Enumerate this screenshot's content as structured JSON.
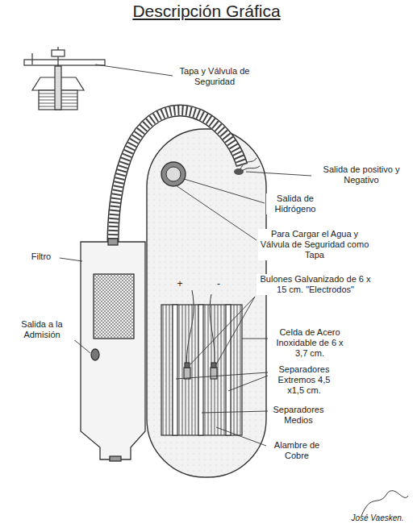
{
  "diagram": {
    "title": "Descripción Gráfica",
    "labels": [
      "Tapa y Válvula de Seguridad",
      "Salida de positivo y Negativo",
      "Salida de Hidrógeno",
      "Para Cargar el Agua y Válvula de Seguridad como Tapa",
      "Filtro",
      "Salida a la Admisión",
      "Bulones Galvanizado de 6 x 15 cm. \"Electrodos\"",
      "+",
      "-",
      "Celda de Acero Inoxidable de 6 x 3,7 cm.",
      "Separadores Extremos 4,5 x1,5 cm.",
      "Separadores Medios",
      "Alambre de Cobre",
      "José Vaesken."
    ]
  }
}
